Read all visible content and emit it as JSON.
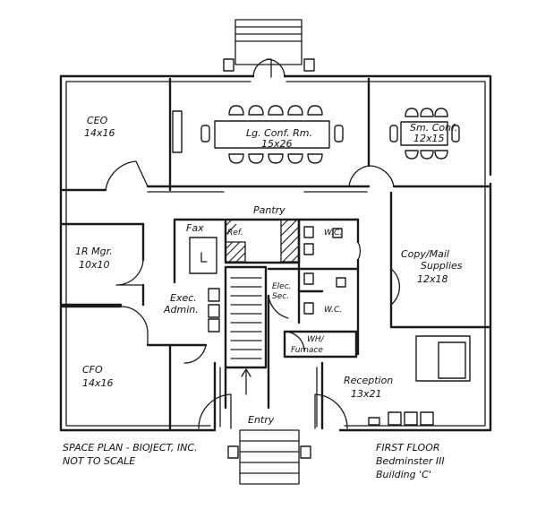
{
  "rooms": {
    "ceo": {
      "name": "CEO",
      "size": "14x16"
    },
    "lg_conf": {
      "name": "Lg. Conf. Rm.",
      "size": "15x26"
    },
    "sm_conf": {
      "name": "Sm. Conf.",
      "size": "12x15"
    },
    "pantry": {
      "name": "Pantry"
    },
    "fax": {
      "name": "Fax"
    },
    "ref": {
      "name": "Ref."
    },
    "wc1": {
      "name": "W.C."
    },
    "wc2": {
      "name": "W.C."
    },
    "mgr": {
      "name": "1R Mgr.",
      "size": "10x10"
    },
    "copy_mail": {
      "name_line1": "Copy/Mail",
      "name_line2": "Supplies",
      "size": "12x18"
    },
    "elec": {
      "name_line1": "Elec.",
      "name_line2": "Sec."
    },
    "exec_admin": {
      "name_line1": "Exec.",
      "name_line2": "Admin."
    },
    "wh_furnace": {
      "name_line1": "WH/",
      "name_line2": "Furnace"
    },
    "cfo": {
      "name": "CFO",
      "size": "14x16"
    },
    "reception": {
      "name": "Reception",
      "size": "13x21"
    },
    "entry": {
      "name": "Entry"
    }
  },
  "notes": {
    "left_line1": "SPACE PLAN - BIOJECT, INC.",
    "left_line2": "NOT TO SCALE",
    "right_line1": "FIRST FLOOR",
    "right_line2": "Bedminster III",
    "right_line3": "Building 'C'"
  }
}
